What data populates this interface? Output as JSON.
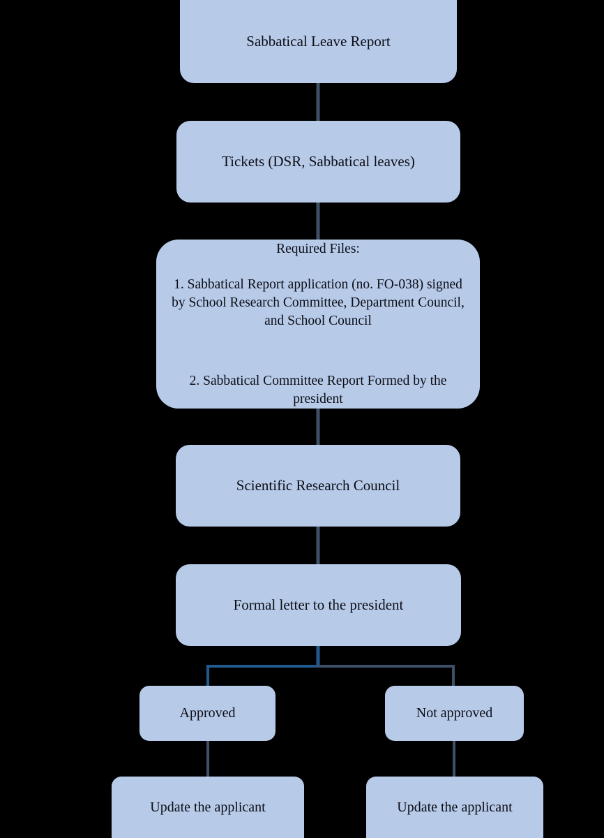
{
  "diagram": {
    "title": "Sabbatical Leave Report process flowchart",
    "background_color": "#000000",
    "node_fill_color": "#b7cbe9",
    "node_text_color": "#0d0d15",
    "connector_color": "#3e5068",
    "highlight_connector_color": "#1f5b8f",
    "nodes": {
      "sabbatical_leave_report": "Sabbatical Leave Report",
      "tickets": "Tickets (DSR, Sabbatical leaves)",
      "required_files": {
        "heading": "Required Files:",
        "item_1": "1. Sabbatical Report application (no. FO-038) signed by School Research Committee, Department Council, and School Council",
        "item_2": "2. Sabbatical Committee Report Formed by the president"
      },
      "scientific_research_council": "Scientific Research Council",
      "formal_letter": "Formal letter to the president",
      "approved": "Approved",
      "not_approved": "Not approved",
      "update_applicant_left": "Update the applicant",
      "update_applicant_right": "Update the applicant"
    },
    "edges": [
      {
        "from": "sabbatical_leave_report",
        "to": "tickets",
        "style": "straight"
      },
      {
        "from": "tickets",
        "to": "required_files",
        "style": "straight"
      },
      {
        "from": "required_files",
        "to": "scientific_research_council",
        "style": "straight"
      },
      {
        "from": "scientific_research_council",
        "to": "formal_letter",
        "style": "straight"
      },
      {
        "from": "formal_letter",
        "to": "approved",
        "style": "elbow-left"
      },
      {
        "from": "formal_letter",
        "to": "not_approved",
        "style": "elbow-right"
      },
      {
        "from": "approved",
        "to": "update_applicant_left",
        "style": "straight"
      },
      {
        "from": "not_approved",
        "to": "update_applicant_right",
        "style": "straight"
      }
    ]
  }
}
